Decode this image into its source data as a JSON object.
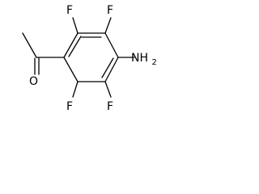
{
  "molecule": {
    "labels": {
      "f_top_left": "F",
      "f_top_right": "F",
      "nh2_main": "NH",
      "nh2_sub": "2",
      "o": "O",
      "f_bottom_left": "F",
      "f_bottom_right": "F"
    }
  }
}
